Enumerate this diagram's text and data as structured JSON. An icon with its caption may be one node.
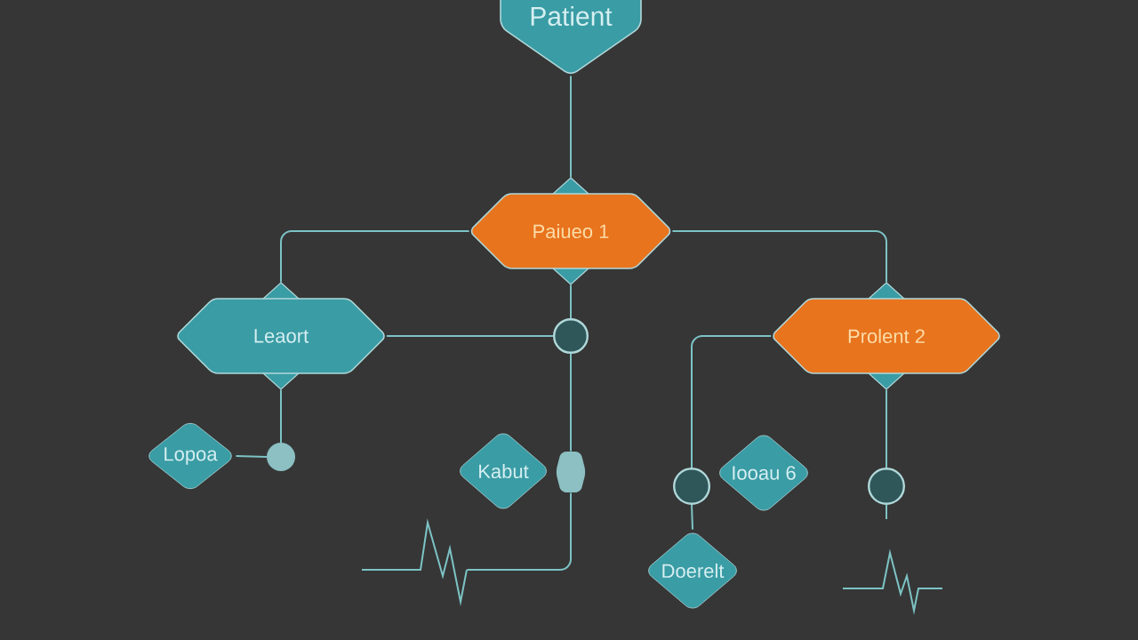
{
  "diagram": {
    "nodes": [
      {
        "text": [
          "Patient"
        ]
      },
      {
        "text": [
          "Paiueo 1"
        ]
      },
      {
        "text": [
          "Leaort"
        ]
      },
      {
        "text": [],
        "shape": "circle"
      },
      {
        "text": [
          "Prolent 2"
        ]
      },
      {
        "text": [
          "Lopoa"
        ]
      },
      {
        "text": [],
        "shape": "circle"
      },
      {
        "text": [
          "Kabut"
        ]
      },
      {
        "text": [],
        "shape": "hexagon"
      },
      {
        "text": [
          "Iooau 6"
        ]
      },
      {
        "text": [],
        "shape": "circle"
      },
      {
        "text": [],
        "shape": "circle"
      },
      {
        "text": [],
        "shape": "picture"
      },
      {
        "text": [
          "Doerelt"
        ]
      }
    ],
    "edges": [
      {
        "from": 0,
        "to": 1,
        "arrow": "none"
      },
      {
        "from": 1,
        "to": 2,
        "arrow": "none"
      },
      {
        "from": 1,
        "to": 4,
        "arrow": "none"
      },
      {
        "from": 1,
        "to": 3,
        "arrow": "none"
      },
      {
        "from": 2,
        "to": 3,
        "arrow": "none"
      },
      {
        "from": 2,
        "to": 6,
        "arrow": "none"
      },
      {
        "from": 5,
        "to": 6,
        "arrow": "none"
      },
      {
        "from": 3,
        "to": 8,
        "arrow": "none"
      },
      {
        "from": 8,
        "to": 12,
        "arrow": "none"
      },
      {
        "from": 4,
        "to": 10,
        "arrow": "none"
      },
      {
        "from": 10,
        "to": 13,
        "arrow": "none"
      },
      {
        "from": 4,
        "to": 11,
        "arrow": "none"
      },
      {
        "from": 11,
        "to": null,
        "arrow": "none"
      }
    ]
  }
}
